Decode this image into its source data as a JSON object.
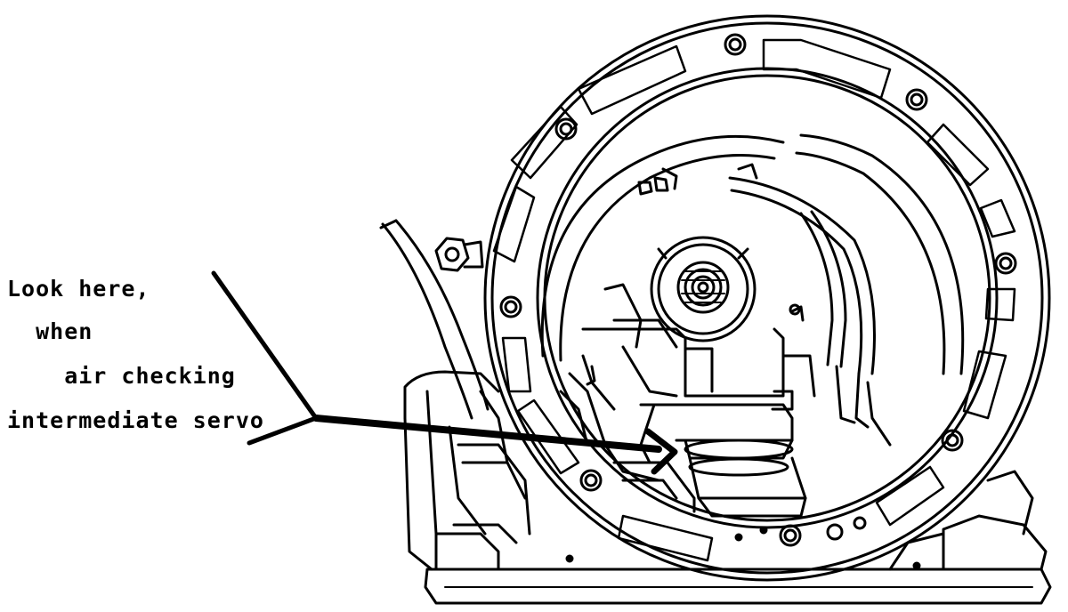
{
  "callout": {
    "lines": [
      "Look here,",
      "  when",
      "    air checking",
      "intermediate servo"
    ]
  },
  "colors": {
    "ink": "#000000",
    "paper": "#ffffff"
  }
}
